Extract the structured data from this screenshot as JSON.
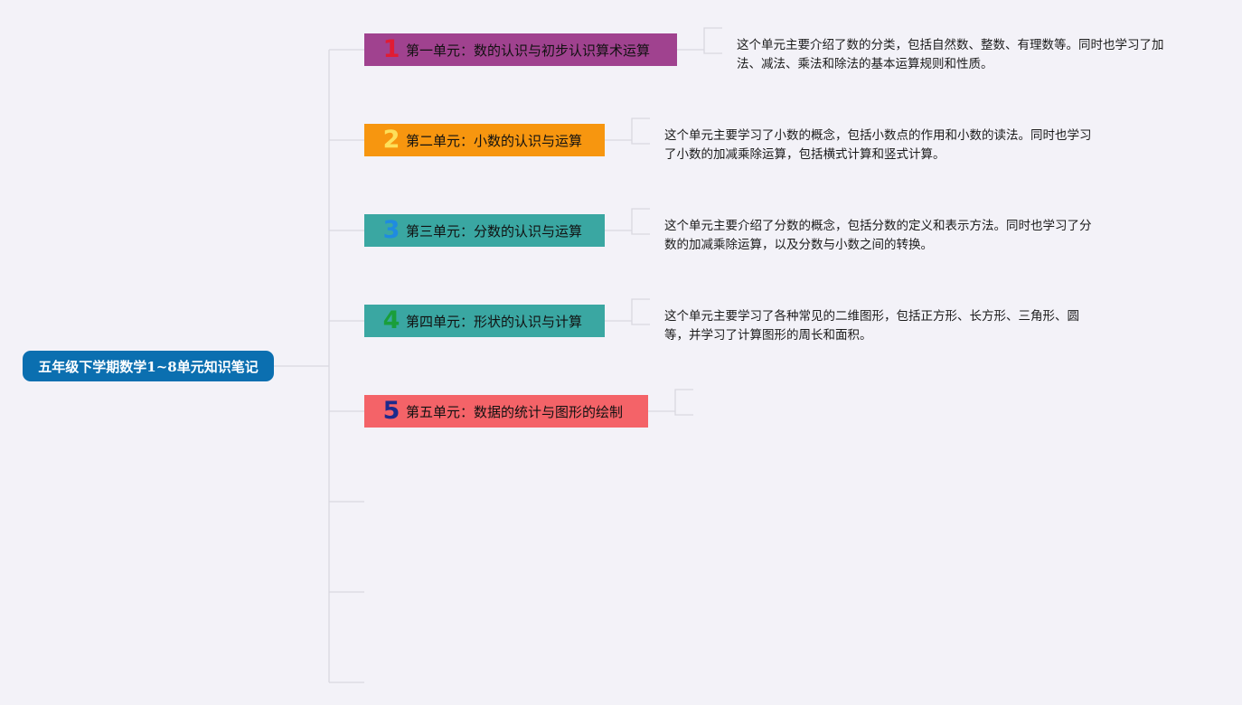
{
  "root": {
    "title": "五年级下学期数学1~8单元知识笔记",
    "color": "#0b6fb0"
  },
  "units": [
    {
      "number": "1",
      "title": "第一单元：数的认识与初步认识算术运算",
      "bg": "#a0428f",
      "number_color": "#e01c34",
      "light_text": false,
      "desc": [
        "这个单元主要介绍了数的分类，包括自然数、整数、有理数等。同时也学习了加",
        "法、减法、乘法和除法的基本运算规则和性质。"
      ]
    },
    {
      "number": "2",
      "title": "第二单元：小数的认识与运算",
      "bg": "#f7960f",
      "number_color": "#fde05a",
      "light_text": false,
      "desc": [
        "这个单元主要学习了小数的概念，包括小数点的作用和小数的读法。同时也学习",
        "了小数的加减乘除运算，包括横式计算和竖式计算。"
      ]
    },
    {
      "number": "3",
      "title": "第三单元：分数的认识与运算",
      "bg": "#3aa7a2",
      "number_color": "#1f8be0",
      "light_text": false,
      "desc": [
        "这个单元主要介绍了分数的概念，包括分数的定义和表示方法。同时也学习了分",
        "数的加减乘除运算，以及分数与小数之间的转换。"
      ]
    },
    {
      "number": "4",
      "title": "第四单元：形状的认识与计算",
      "bg": "#3aa7a2",
      "number_color": "#1a9e3a",
      "light_text": false,
      "desc": [
        "这个单元主要学习了各种常见的二维图形，包括正方形、长方形、三角形、圆",
        "等，并学习了计算图形的周长和面积。"
      ]
    },
    {
      "number": "5",
      "title": "第五单元：数据的统计与图形的绘制",
      "bg": "#f46368",
      "number_color": "#1c2a8c",
      "light_text": false,
      "desc": []
    }
  ]
}
